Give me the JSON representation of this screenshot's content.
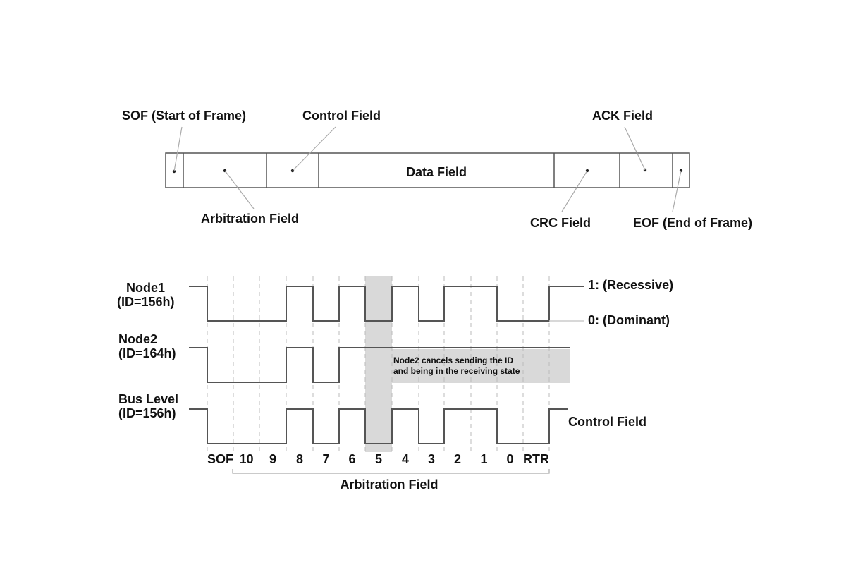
{
  "frame": {
    "sof_label": "SOF (Start of Frame)",
    "control_label": "Control Field",
    "ack_label": "ACK Field",
    "data_label": "Data Field",
    "arbitration_label": "Arbitration Field",
    "crc_label": "CRC Field",
    "eof_label": "EOF (End of Frame)"
  },
  "timing": {
    "node1": {
      "name": "Node1",
      "id": "(ID=156h)"
    },
    "node2": {
      "name": "Node2",
      "id": "(ID=164h)"
    },
    "bus": {
      "name": "Bus Level",
      "id": "(ID=156h)"
    },
    "recessive_label": "1: (Recessive)",
    "dominant_label": "0: (Dominant)",
    "node2_note_line1": "Node2 cancels sending the ID",
    "node2_note_line2": "and being in the receiving state",
    "control_field_label": "Control Field",
    "bit_labels": [
      "SOF",
      "10",
      "9",
      "8",
      "7",
      "6",
      "5",
      "4",
      "3",
      "2",
      "1",
      "0",
      "RTR"
    ],
    "arbitration_label": "Arbitration Field",
    "node1_bits": [
      0,
      0,
      0,
      1,
      0,
      1,
      0,
      1,
      0,
      1,
      1,
      0,
      0
    ],
    "node2_bits": [
      0,
      0,
      0,
      1,
      0,
      1
    ],
    "bus_bits": [
      0,
      0,
      0,
      1,
      0,
      1,
      0,
      1,
      0,
      1,
      1,
      0,
      0
    ]
  },
  "colors": {
    "line": "#555555",
    "highlight": "#d9d9d9"
  }
}
